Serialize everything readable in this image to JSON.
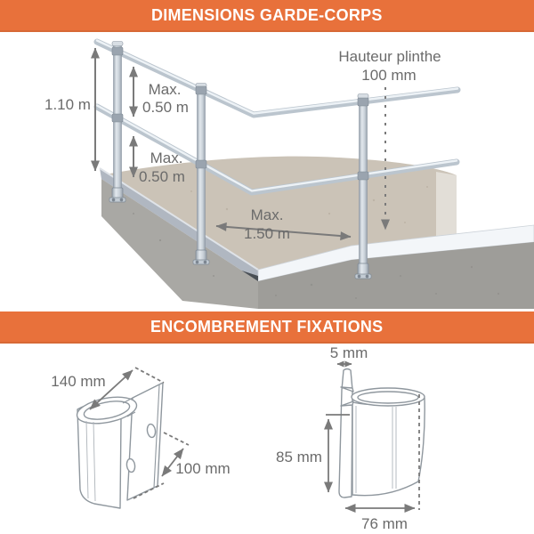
{
  "sections": {
    "dimensions": {
      "title": "DIMENSIONS GARDE-CORPS"
    },
    "fixations": {
      "title": "ENCOMBREMENT FIXATIONS"
    }
  },
  "guardrail": {
    "height_total": "1.10 m",
    "gap_top_line1": "Max.",
    "gap_top_line2": "0.50 m",
    "gap_bottom_line1": "Max.",
    "gap_bottom_line2": "0.50 m",
    "plinth_line1": "Hauteur plinthe",
    "plinth_line2": "100 mm",
    "spacing_line1": "Max.",
    "spacing_line2": "1.50 m"
  },
  "bracket_iso": {
    "depth_label": "140 mm",
    "height_label": "100 mm"
  },
  "bracket_side": {
    "thickness_label": "5 mm",
    "height_label": "85 mm",
    "width_label": "76 mm"
  },
  "colors": {
    "accent": "#E8713B",
    "dimension_text": "#6B6B6B",
    "dimension_line": "#7A7A7A",
    "concrete_top": "#CBC3B7",
    "steel": "#BCC6CF"
  }
}
